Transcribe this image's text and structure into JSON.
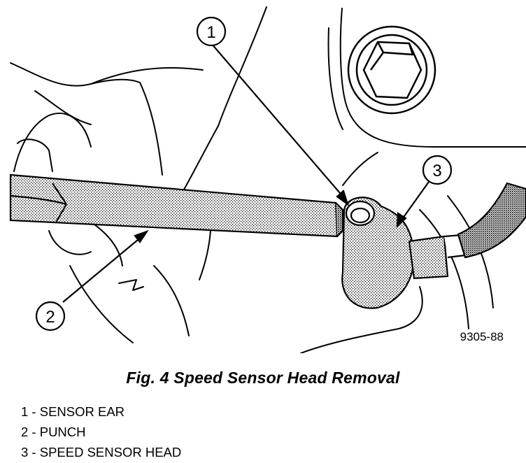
{
  "figure": {
    "caption": "Fig. 4 Speed Sensor Head Removal",
    "figure_number": "9305-88",
    "callouts": [
      {
        "number": "1",
        "label": "SENSOR EAR"
      },
      {
        "number": "2",
        "label": "PUNCH"
      },
      {
        "number": "3",
        "label": "SPEED SENSOR HEAD"
      }
    ],
    "legend": [
      "1 - SENSOR EAR",
      "2 - PUNCH",
      "3 - SPEED SENSOR HEAD"
    ]
  }
}
